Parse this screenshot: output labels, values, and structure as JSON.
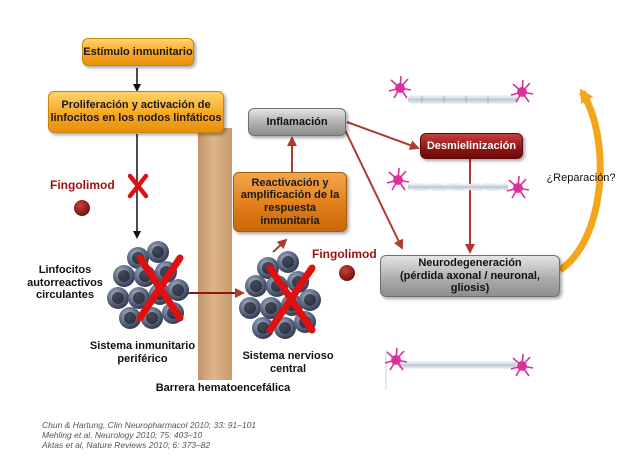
{
  "boxes": {
    "stimulus": "Estímulo inmunitario",
    "proliferation_line1": "Proliferación y activación de",
    "proliferation_line2": "linfocitos en los nodos linfáticos",
    "inflammation": "Inflamación",
    "reactivation_line1": "Reactivación y",
    "reactivation_line2": "amplificación de la",
    "reactivation_line3": "respuesta",
    "reactivation_line4": "inmunitaria",
    "demyelination": "Desmielinización",
    "neurodegeneration_line1": "Neurodegeneración",
    "neurodegeneration_line2": "(pérdida axonal / neuronal, gliosis)"
  },
  "labels": {
    "fingolimod_left": "Fingolimod",
    "fingolimod_right": "Fingolimod",
    "lymphocytes_line1": "Linfocitos",
    "lymphocytes_line2": "autorreactivos",
    "lymphocytes_line3": "circulantes",
    "peripheral_line1": "Sistema inmunitario",
    "peripheral_line2": "periférico",
    "cns_line1": "Sistema nervioso",
    "cns_line2": "central",
    "barrier": "Barrera hematoencefálica",
    "repair": "¿Reparación?"
  },
  "references": [
    "Chun & Hartung, Clin Neuropharmacol 2010; 33: 91–101",
    "Mehling et al, Neurology 2010; 75: 403–10",
    "Aktas et al, Nature Reviews 2010; 6: 373–82"
  ],
  "colors": {
    "orange": "#f6a623",
    "dark_orange": "#e07b17",
    "grey": "#a9a9a9",
    "dark_red": "#8f1414",
    "arrow_red": "#b03a2e",
    "fingolimod_text": "#9a1010",
    "x_mark": "#e01010",
    "cell": "#5a6680",
    "barrier": "#d6a97d",
    "neuron_pink": "#d8309a"
  },
  "icons": [
    "x-mark-icon",
    "drug-dot-icon",
    "lymphocyte-cluster-icon",
    "neuron-icon",
    "curved-arrow-icon"
  ]
}
